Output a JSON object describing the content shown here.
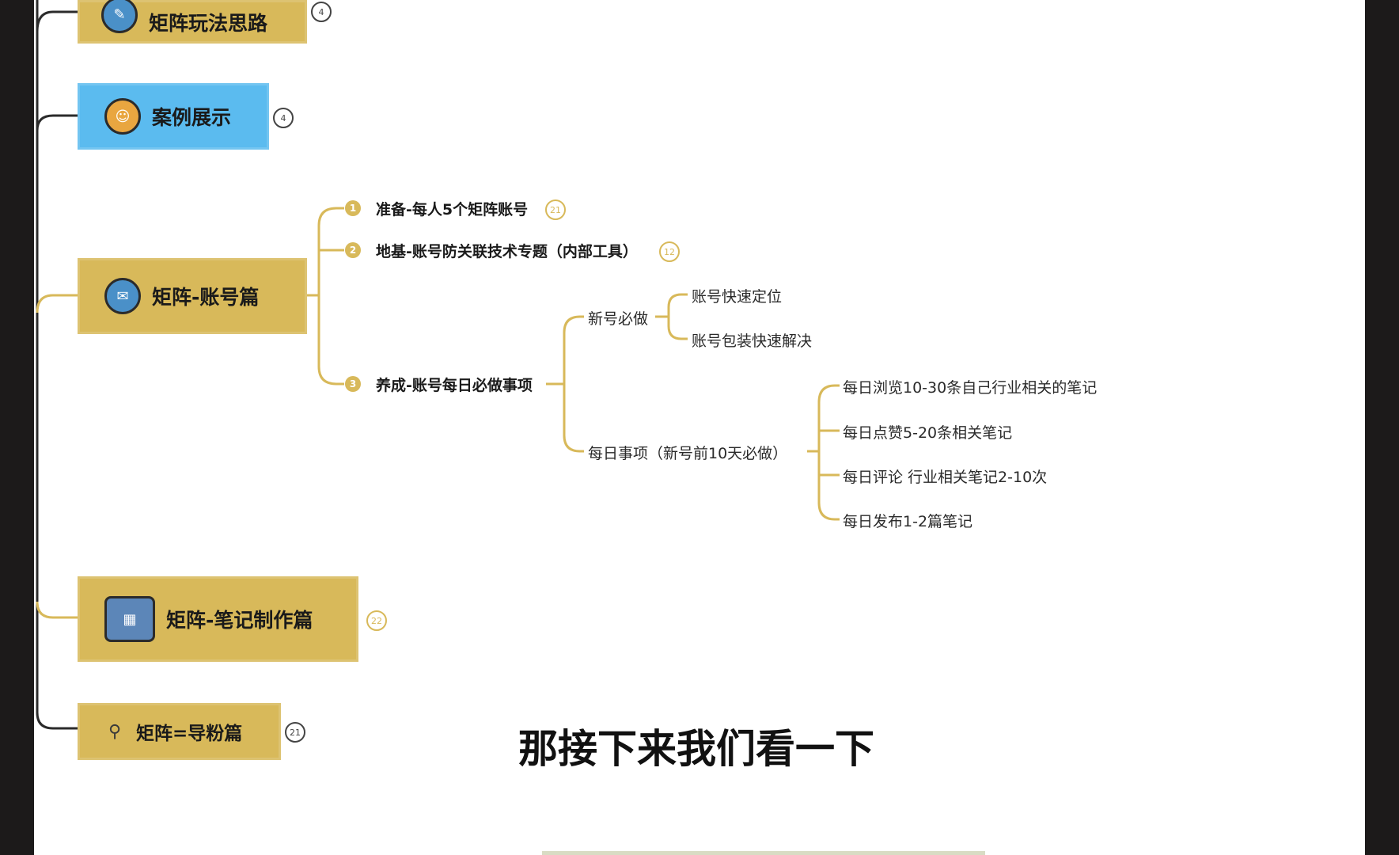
{
  "main_topics": [
    {
      "label": "矩阵玩法思路",
      "count": "4",
      "icon": "strategy-icon"
    },
    {
      "label": "案例展示",
      "count": "4",
      "icon": "case-icon"
    },
    {
      "label": "矩阵-账号篇",
      "icon": "account-icon"
    },
    {
      "label": "矩阵-笔记制作篇",
      "count": "22",
      "icon": "notes-chart-icon"
    },
    {
      "label": "矩阵=导粉篇",
      "count": "21",
      "icon": "magnifier-icon"
    }
  ],
  "account_branch": {
    "items": [
      {
        "number": "1",
        "label": "准备-每人5个矩阵账号",
        "count": "21"
      },
      {
        "number": "2",
        "label": "地基-账号防关联技术专题（内部工具）",
        "count": "12"
      },
      {
        "number": "3",
        "label": "养成-账号每日必做事项"
      }
    ],
    "new_account": {
      "label": "新号必做",
      "children": [
        "账号快速定位",
        "账号包装快速解决"
      ]
    },
    "daily": {
      "label": "每日事项（新号前10天必做）",
      "children": [
        "每日浏览10-30条自己行业相关的笔记",
        "每日点赞5-20条相关笔记",
        "每日评论 行业相关笔记2-10次",
        "每日发布1-2篇笔记"
      ]
    }
  },
  "subtitle": "那接下来我们看一下",
  "colors": {
    "topic": "#d8b95a",
    "topic_blue": "#5bbbef",
    "line": "#d8b95a",
    "root_line": "#2b2b2b"
  }
}
